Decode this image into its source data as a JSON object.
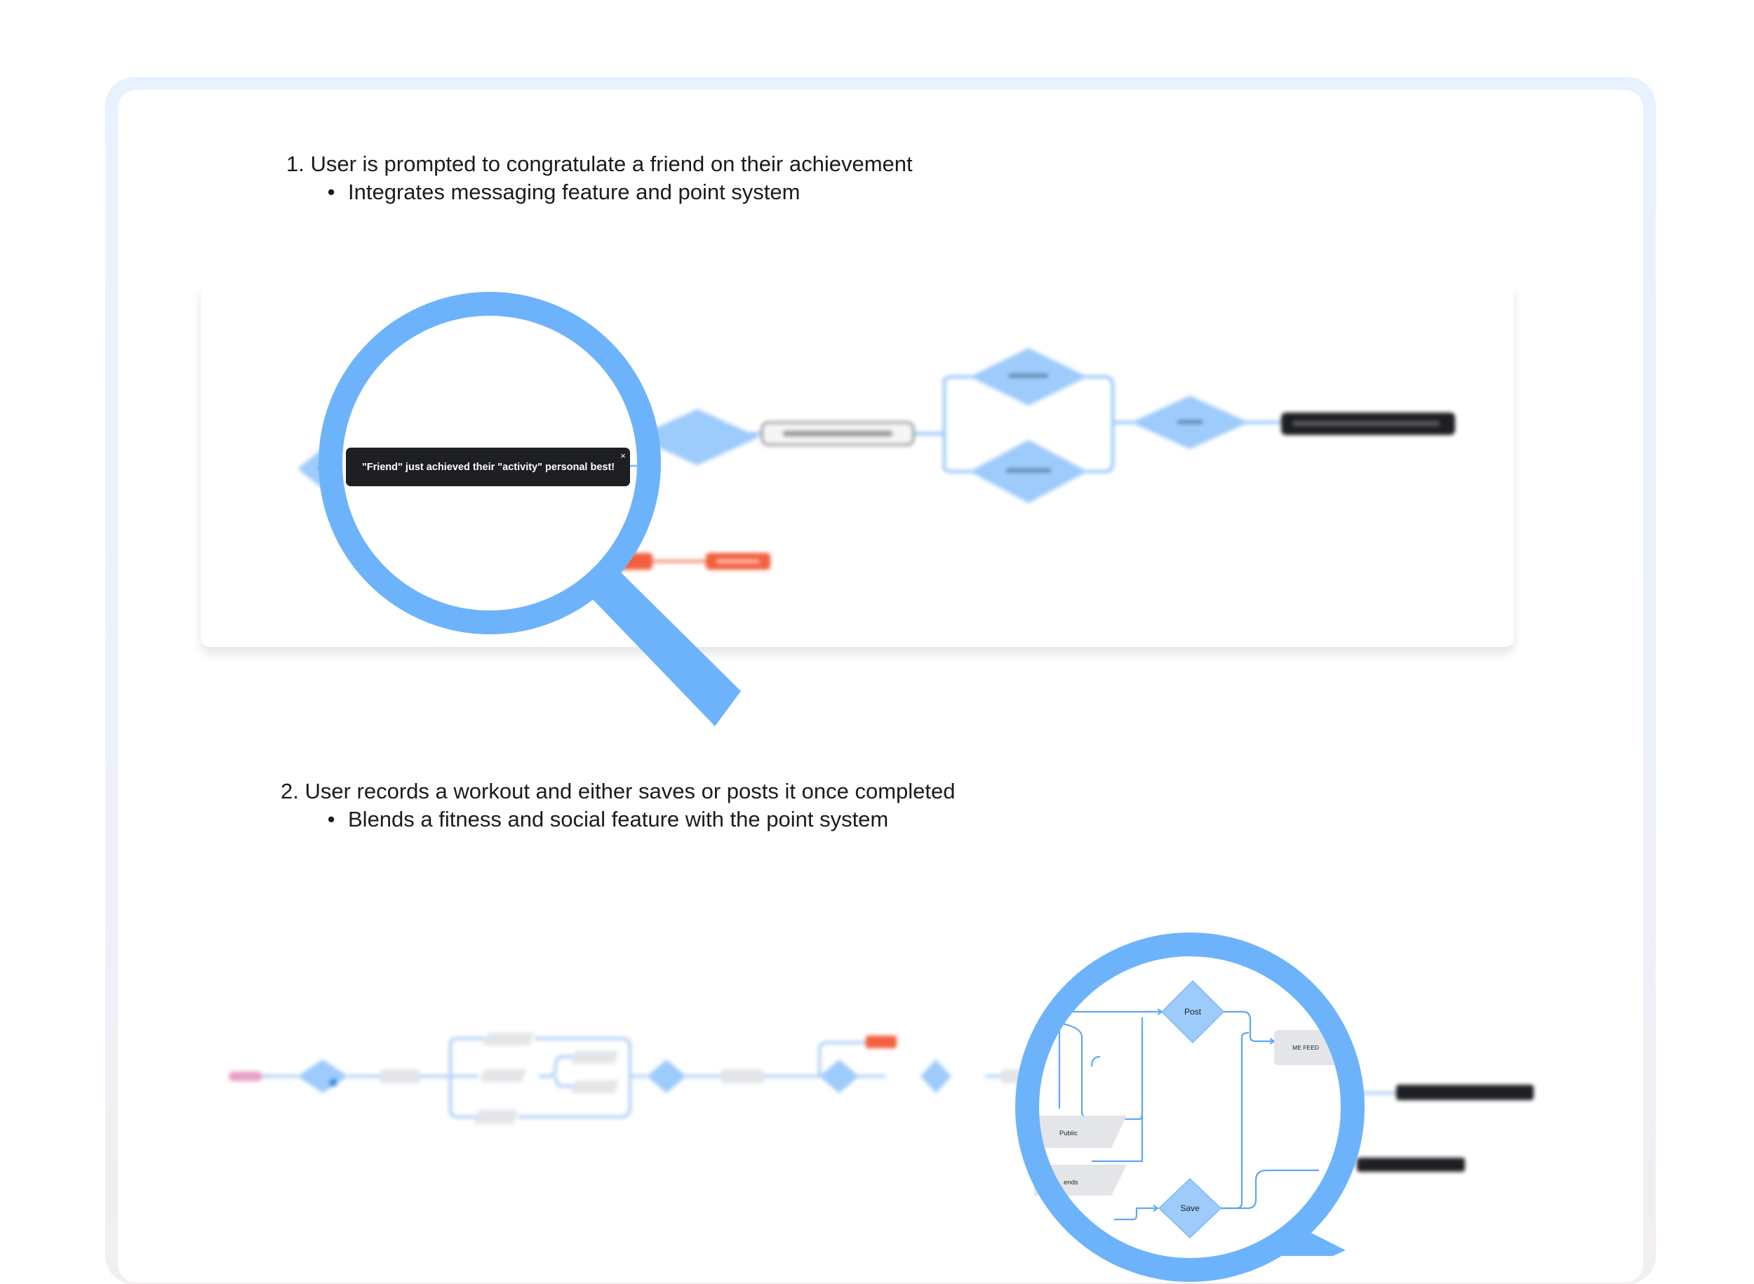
{
  "steps": [
    {
      "number": "1.",
      "text": "User is prompted to congratulate a friend on their achievement",
      "sub": "Integrates messaging feature and point system"
    },
    {
      "number": "2.",
      "text": "User records a workout and either saves or posts it once completed",
      "sub": "Blends a fitness and social feature with the point system"
    }
  ],
  "bullet_glyph": "•",
  "diagram1": {
    "toast_text": "\"Friend\" just achieved their \"activity\" personal best!",
    "toast_close": "×"
  },
  "diagram2": {
    "post_label": "Post",
    "save_label": "Save",
    "feed_label": "ME FEED",
    "public_label": "Public",
    "friends_label": "ends"
  },
  "colors": {
    "lens": "#6db3fb",
    "diamond": "#9dcbfb",
    "connector": "#8cc0f7",
    "dark_node": "#1e1f23",
    "red_node": "#f2603f",
    "pink_node": "#e6a1c6",
    "grey_node": "#e3e5e8"
  }
}
